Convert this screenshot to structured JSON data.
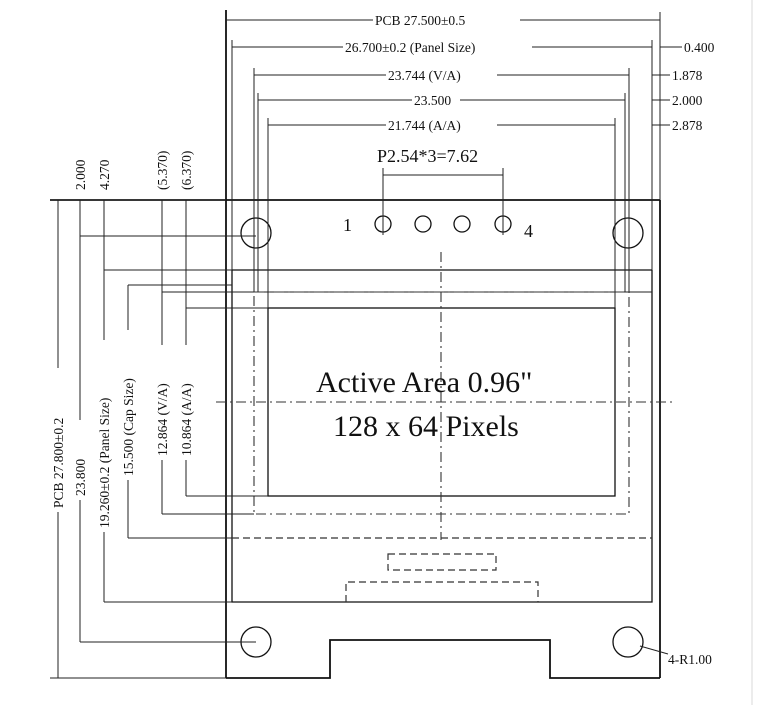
{
  "dimensions_top": {
    "pcb_width": "PCB 27.500±0.5",
    "panel_width": "26.700±0.2 (Panel Size)",
    "va_width": "23.744 (V/A)",
    "mid_width": "23.500",
    "aa_width": "21.744 (A/A)",
    "pin_pitch": "P2.54*3=7.62"
  },
  "dimensions_right": {
    "r1": "0.400",
    "r2": "1.878",
    "r3": "2.000",
    "r4": "2.878",
    "mount_holes": "4-R1.00"
  },
  "dimensions_left_top": {
    "d1": "2.000",
    "d2": "4.270",
    "d3": "(5.370)",
    "d4": "(6.370)"
  },
  "dimensions_left": {
    "pcb_height": "PCB 27.800±0.2",
    "h2": "23.800",
    "panel_height": "19.260±0.2 (Panel Size)",
    "cap_height": "15.500 (Cap Size)",
    "va_height": "12.864 (V/A)",
    "aa_height": "10.864 (A/A)"
  },
  "pins": {
    "first": "1",
    "last": "4"
  },
  "active_area": {
    "line1": "Active Area 0.96\"",
    "line2": "128 x 64 Pixels"
  }
}
